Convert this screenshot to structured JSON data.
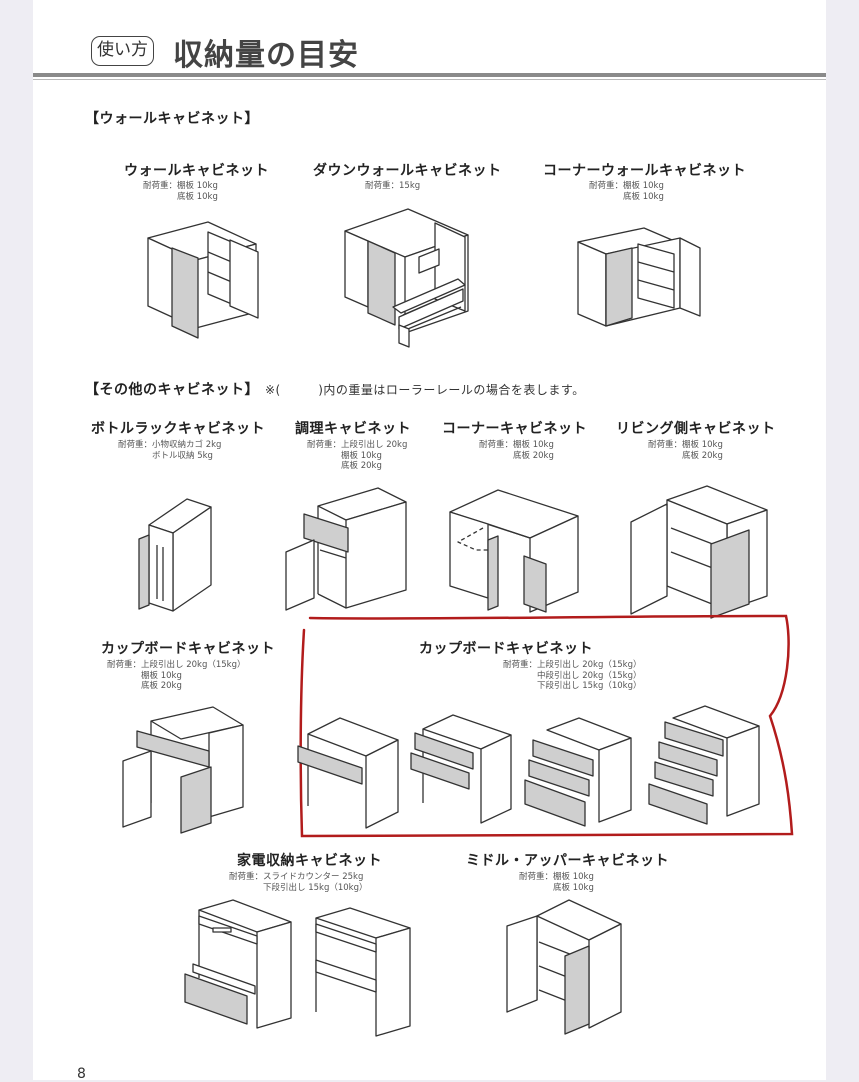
{
  "header": {
    "badge": "使い方",
    "title": "収納量の目安"
  },
  "sections": {
    "wall": {
      "heading": "【ウォールキャビネット】",
      "items": [
        {
          "name": "ウォールキャビネット",
          "label": "耐荷重：",
          "lines": [
            "棚板 10kg",
            "底板 10kg"
          ]
        },
        {
          "name": "ダウンウォールキャビネット",
          "label": "耐荷重：",
          "lines": [
            "15kg"
          ]
        },
        {
          "name": "コーナーウォールキャビネット",
          "label": "耐荷重：",
          "lines": [
            "棚板 10kg",
            "底板 10kg"
          ]
        }
      ]
    },
    "other": {
      "heading": "【その他のキャビネット】",
      "note": "※(　　　)内の重量はローラーレールの場合を表します。",
      "items": [
        {
          "name": "ボトルラックキャビネット",
          "label": "耐荷重：",
          "lines": [
            "小物収納カゴ 2kg",
            "ボトル収納 5kg"
          ]
        },
        {
          "name": "調理キャビネット",
          "label": "耐荷重：",
          "lines": [
            "上段引出し 20kg",
            "棚板 10kg",
            "底板 20kg"
          ]
        },
        {
          "name": "コーナーキャビネット",
          "label": "耐荷重：",
          "lines": [
            "棚板 10kg",
            "底板 20kg"
          ]
        },
        {
          "name": "リビング側キャビネット",
          "label": "耐荷重：",
          "lines": [
            "棚板 10kg",
            "底板 20kg"
          ]
        },
        {
          "name": "カップボードキャビネット",
          "label": "耐荷重：",
          "lines": [
            "上段引出し 20kg（15kg）",
            "棚板 10kg",
            "底板 20kg"
          ]
        },
        {
          "name": "カップボードキャビネット",
          "label": "耐荷重：",
          "lines": [
            "上段引出し 20kg（15kg）",
            "中段引出し 20kg（15kg）",
            "下段引出し 15kg（10kg）"
          ]
        },
        {
          "name": "家電収納キャビネット",
          "label": "耐荷重：",
          "lines": [
            "スライドカウンター 25kg",
            "下段引出し 15kg（10kg）"
          ]
        },
        {
          "name": "ミドル・アッパーキャビネット",
          "label": "耐荷重：",
          "lines": [
            "棚板 10kg",
            "底板 10kg"
          ]
        }
      ]
    }
  },
  "annotation": {
    "color": "#b21c1c",
    "target": "カップボードキャビネット（引出しタイプ）"
  },
  "colors": {
    "door_fill": "#cfcfcf",
    "line": "#333333",
    "rule": "#8a8a8a",
    "side_bg": "#eeedf3"
  },
  "footer": {
    "page_number": "8"
  }
}
